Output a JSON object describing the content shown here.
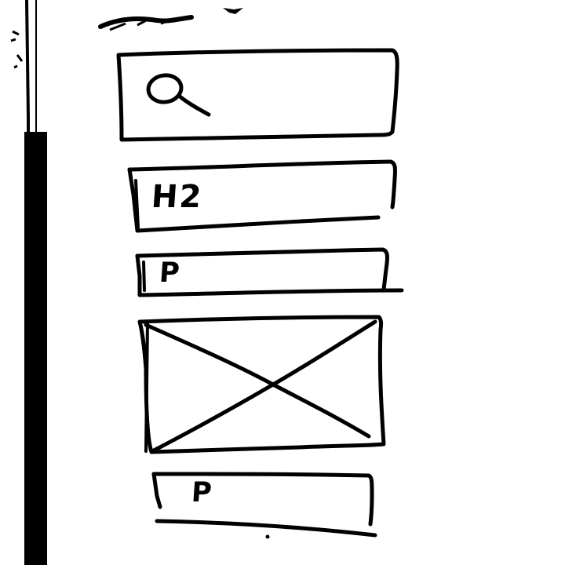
{
  "wireframe": {
    "search_box": {
      "icon": "search-icon"
    },
    "heading_box": {
      "label": "H2"
    },
    "paragraph_box_1": {
      "label": "P"
    },
    "image_placeholder": {
      "icon": "image-placeholder-cross"
    },
    "paragraph_box_2": {
      "label": "P"
    }
  },
  "colors": {
    "ink": "#000000",
    "paper": "#ffffff"
  }
}
